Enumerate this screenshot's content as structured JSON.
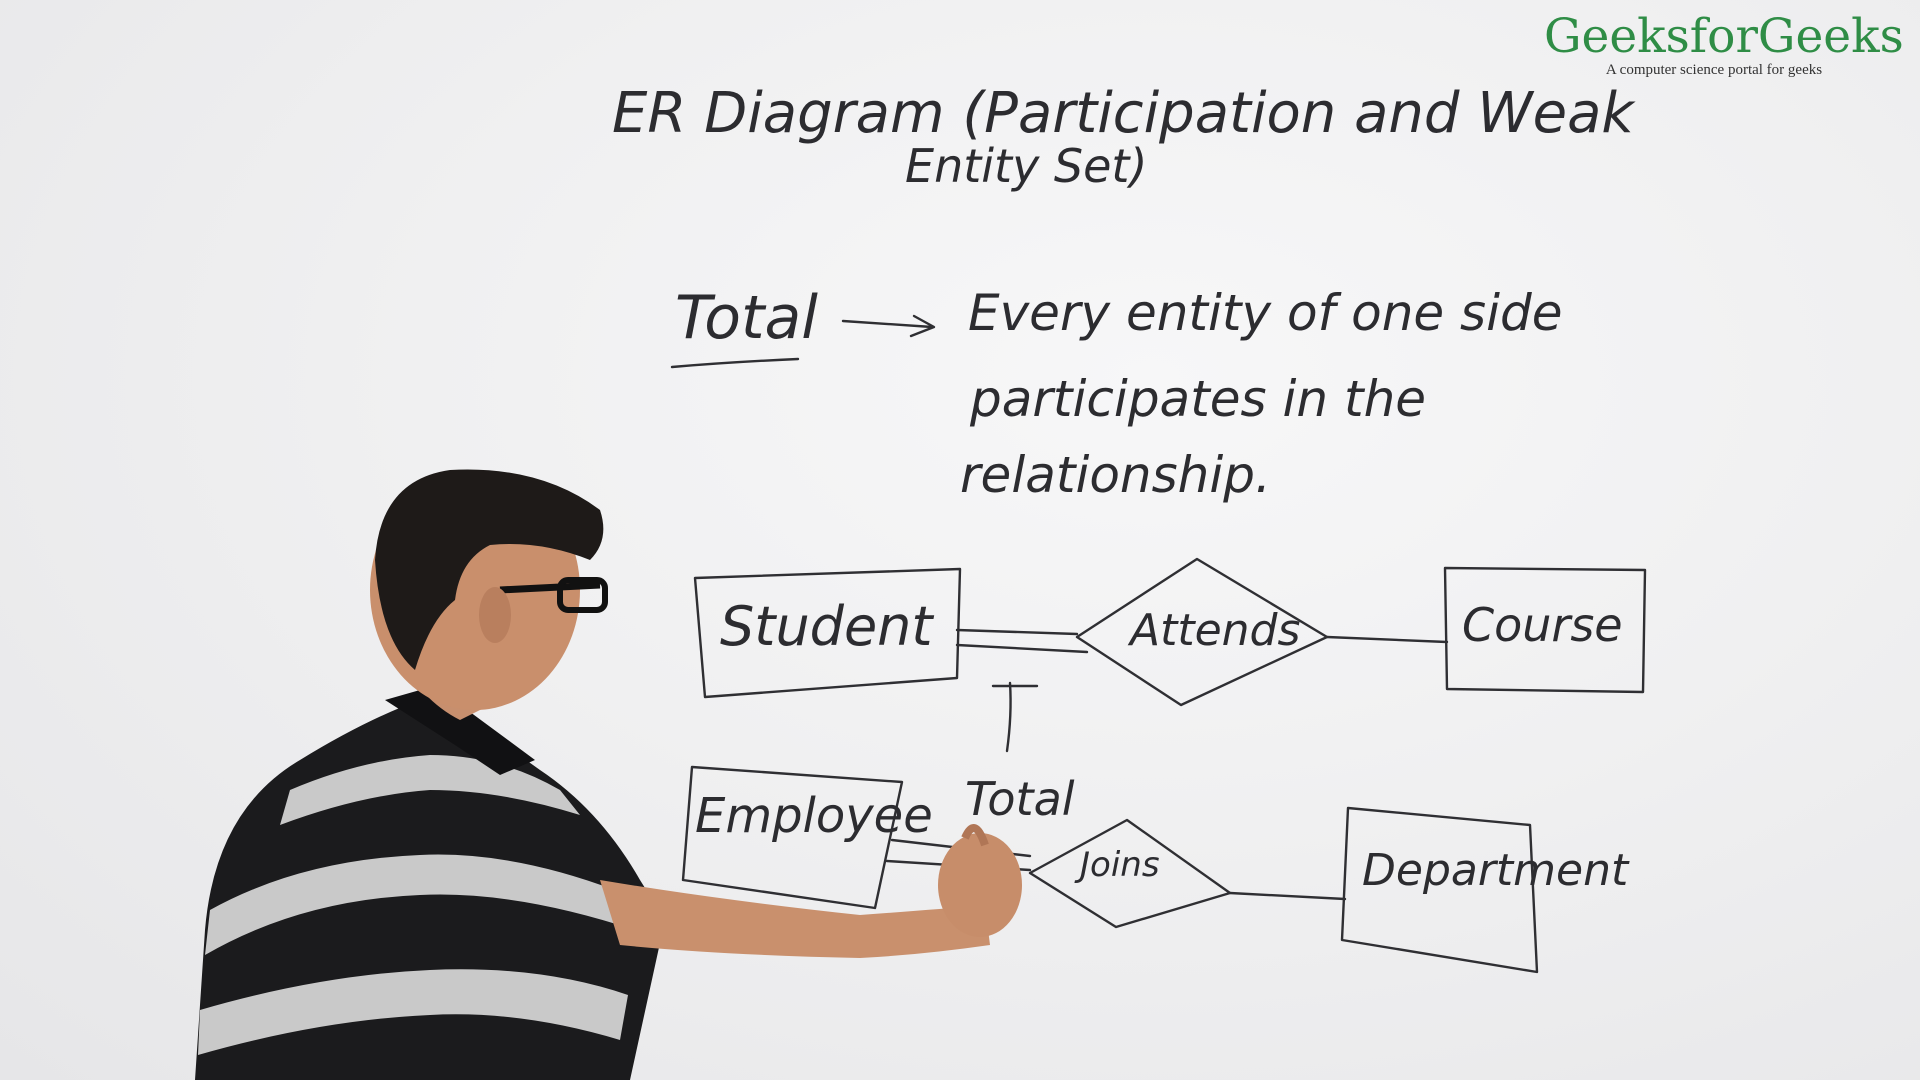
{
  "board": {
    "title_line1": "ER Diagram (Participation and Weak",
    "title_line2": "Entity Set)",
    "definition_term": "Total",
    "definition_line1": "Every entity of one side",
    "definition_line2": "participates in the",
    "definition_line3": "relationship.",
    "annotation": "Total"
  },
  "diagram": {
    "entity_student": "Student",
    "relation_attends": "Attends",
    "entity_course": "Course",
    "entity_employee": "Employee",
    "relation_joins": "Joins",
    "entity_department": "Department"
  },
  "logo": {
    "name": "GeeksforGeeks",
    "tagline": "A computer science portal for geeks"
  },
  "colors": {
    "logo_green": "#2f8d46",
    "marker_ink": "#2c2c30",
    "board": "#f0f0f1"
  }
}
